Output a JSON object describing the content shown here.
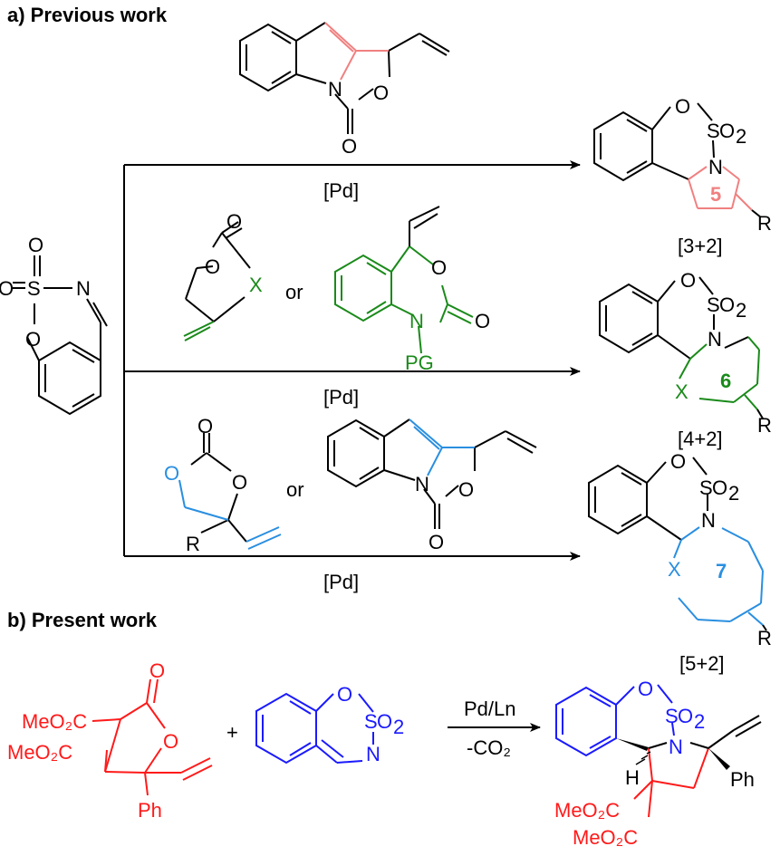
{
  "colors": {
    "black": "#000000",
    "pink": "#f08080",
    "green": "#1a8a1a",
    "cyan": "#2a8fe0",
    "red": "#ff1a1a",
    "blue": "#1a1aff"
  },
  "sections": {
    "a_title": "a) Previous work",
    "b_title": "b) Present work"
  },
  "conditions": {
    "pd_top": "[Pd]",
    "pd_mid": "[Pd]",
    "pd_bottom": "[Pd]",
    "or_mid": "or",
    "or_bottom": "or",
    "present_cat": "Pd/Ln",
    "present_byproduct": "-CO₂"
  },
  "annulations": {
    "first": "[3+2]",
    "second": "[4+2]",
    "third": "[5+2]"
  },
  "ring_sizes": {
    "five": "5",
    "six": "6",
    "seven": "7"
  },
  "atoms": {
    "N": "N",
    "O": "O",
    "S": "S",
    "X": "X",
    "R": "R",
    "PG": "PG",
    "SO2": "SO₂",
    "Ph": "Ph",
    "H": "H",
    "MeO2C": "MeO₂C",
    "plus": "+"
  }
}
